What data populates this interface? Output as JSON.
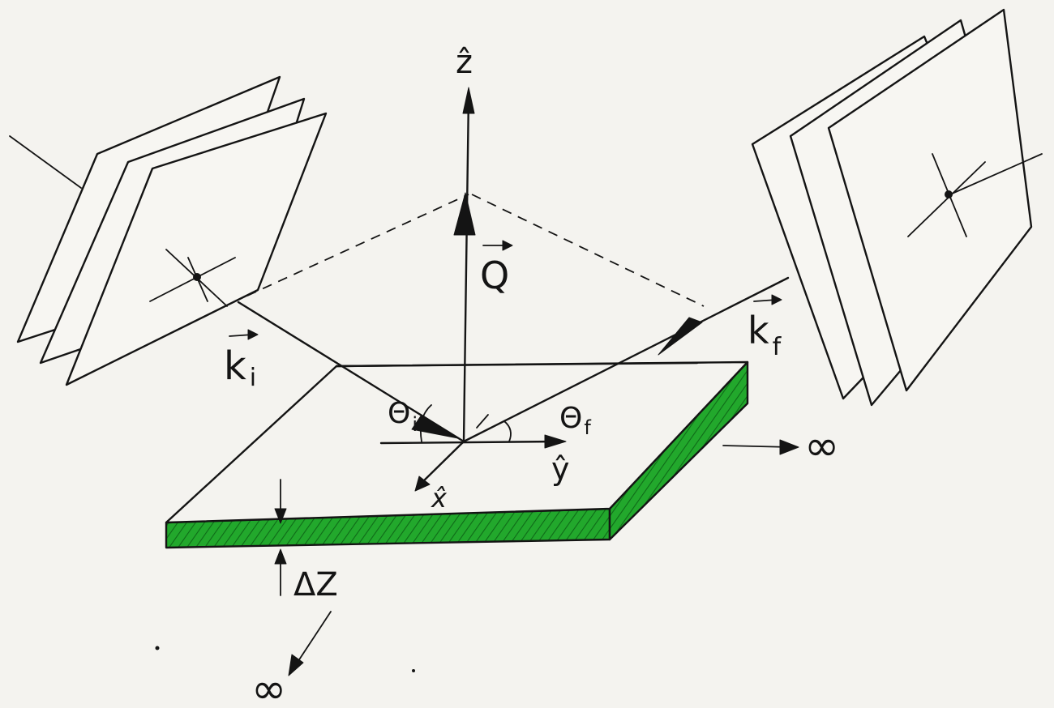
{
  "labels": {
    "z_axis": "ẑ",
    "q_vector": "Q",
    "k_incident": "k",
    "k_incident_sub": "i",
    "k_final": "k",
    "k_final_sub": "f",
    "theta_i": "Θ",
    "theta_i_sub": "i",
    "theta_f": "Θ",
    "theta_f_sub": "f",
    "y_axis": "ŷ",
    "x_axis": "x̂",
    "thickness": "ΔZ",
    "infinity_right": "∞",
    "infinity_bottom": "∞"
  },
  "colors": {
    "ink": "#141414",
    "paper": "#f4f3ef",
    "slab_edge": "#1fa62a",
    "slab_edge_dark": "#0f6a18"
  }
}
